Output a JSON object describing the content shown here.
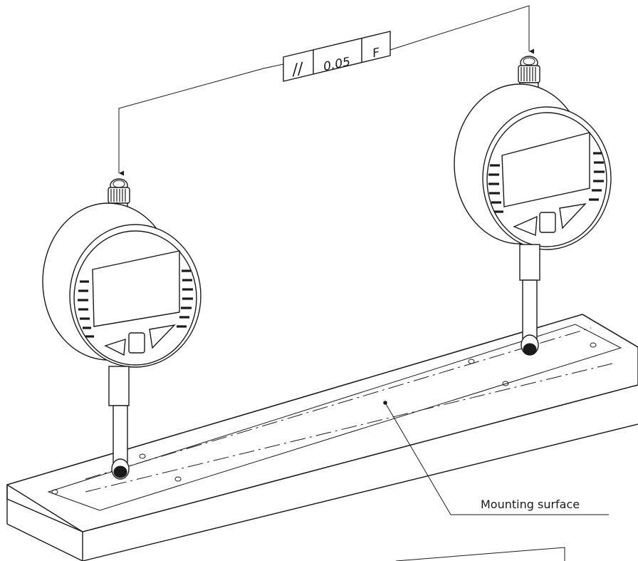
{
  "drawing": {
    "tolerance_frame": {
      "symbol": "//",
      "value": "0.05",
      "datum": "F"
    },
    "callout_label": "Mounting surface",
    "icons": [
      "parallelism-symbol",
      "dial-indicator",
      "mounting-block"
    ]
  }
}
